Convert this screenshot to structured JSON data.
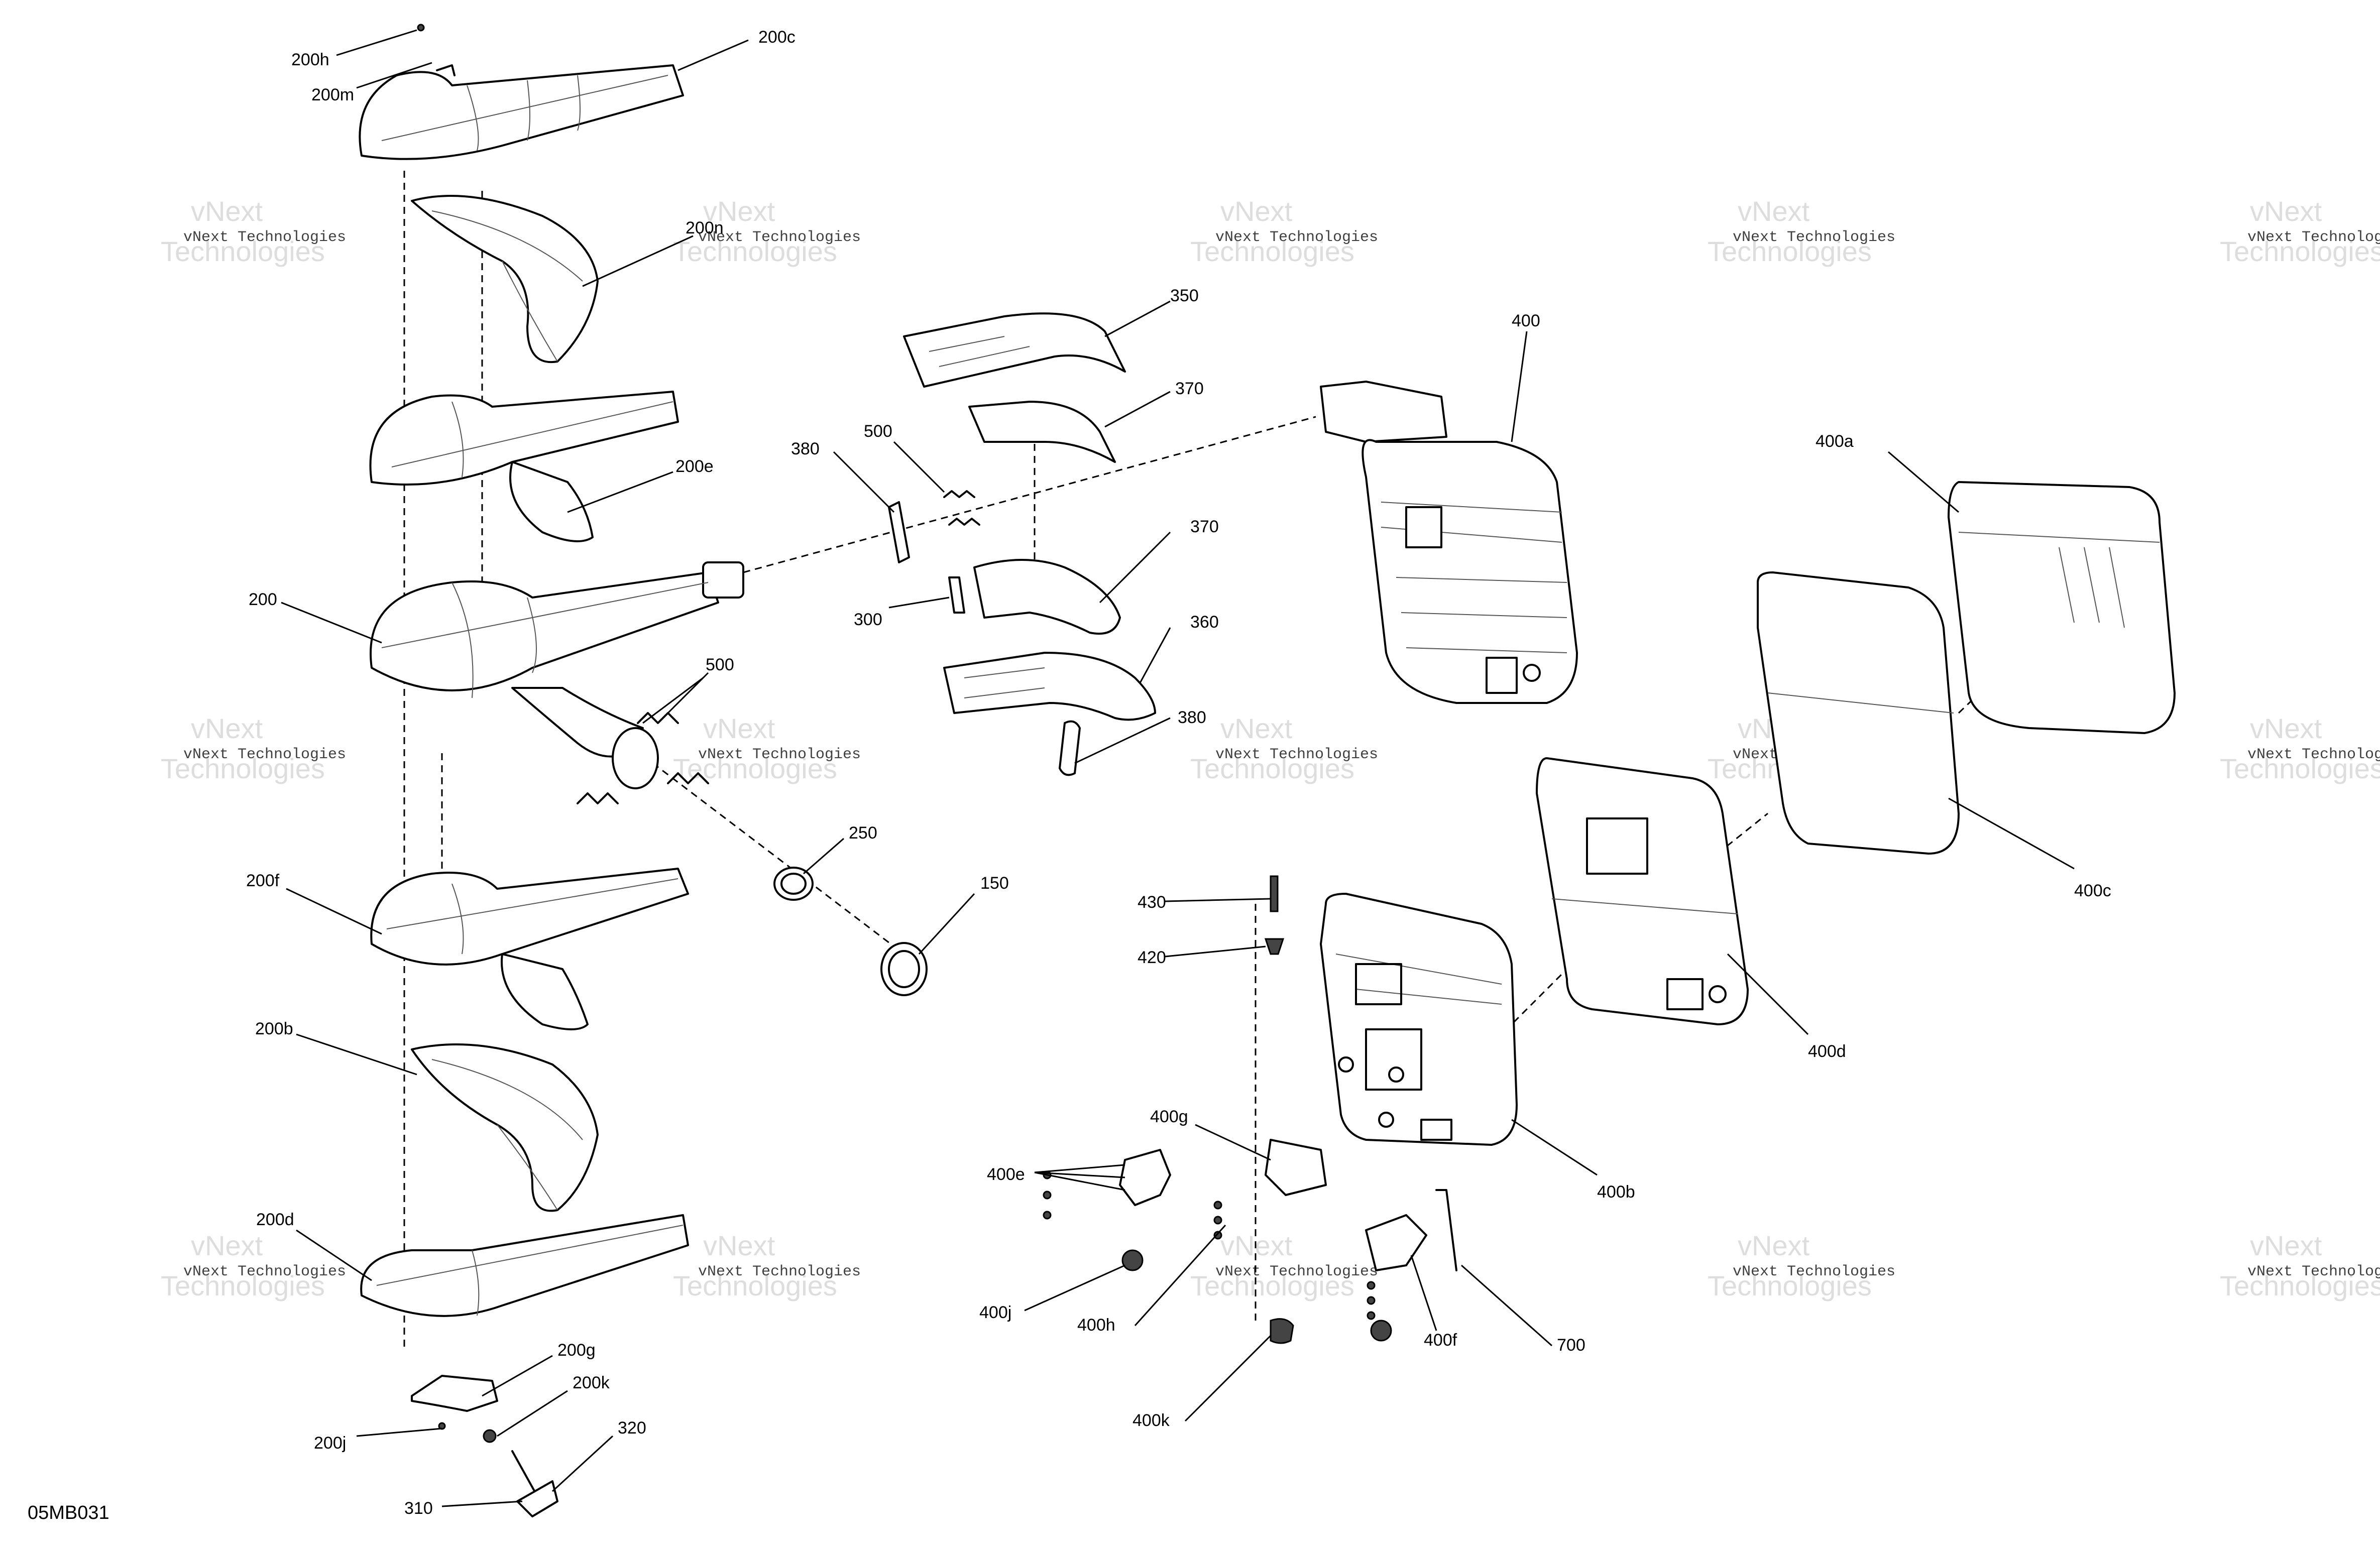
{
  "figure_id": "05MB031",
  "watermark": {
    "line1": "vNext Technologies",
    "line2": "vNext",
    "line3": "Technologies"
  },
  "callouts": {
    "c200h": "200h",
    "c200m": "200m",
    "c200c": "200c",
    "c200n": "200n",
    "c200e": "200e",
    "c200": "200",
    "c200f": "200f",
    "c200b": "200b",
    "c200d": "200d",
    "c200g": "200g",
    "c200k": "200k",
    "c200j": "200j",
    "c320": "320",
    "c310": "310",
    "c350": "350",
    "c370a": "370",
    "c370b": "370",
    "c360": "360",
    "c380a": "380",
    "c380b": "380",
    "c500a": "500",
    "c500b": "500",
    "c300": "300",
    "c250": "250",
    "c150": "150",
    "c400": "400",
    "c400a": "400a",
    "c400c": "400c",
    "c400d": "400d",
    "c400b": "400b",
    "c430": "430",
    "c420": "420",
    "c400g": "400g",
    "c400e": "400e",
    "c400j": "400j",
    "c400h": "400h",
    "c400f": "400f",
    "c700": "700",
    "c400k": "400k"
  }
}
